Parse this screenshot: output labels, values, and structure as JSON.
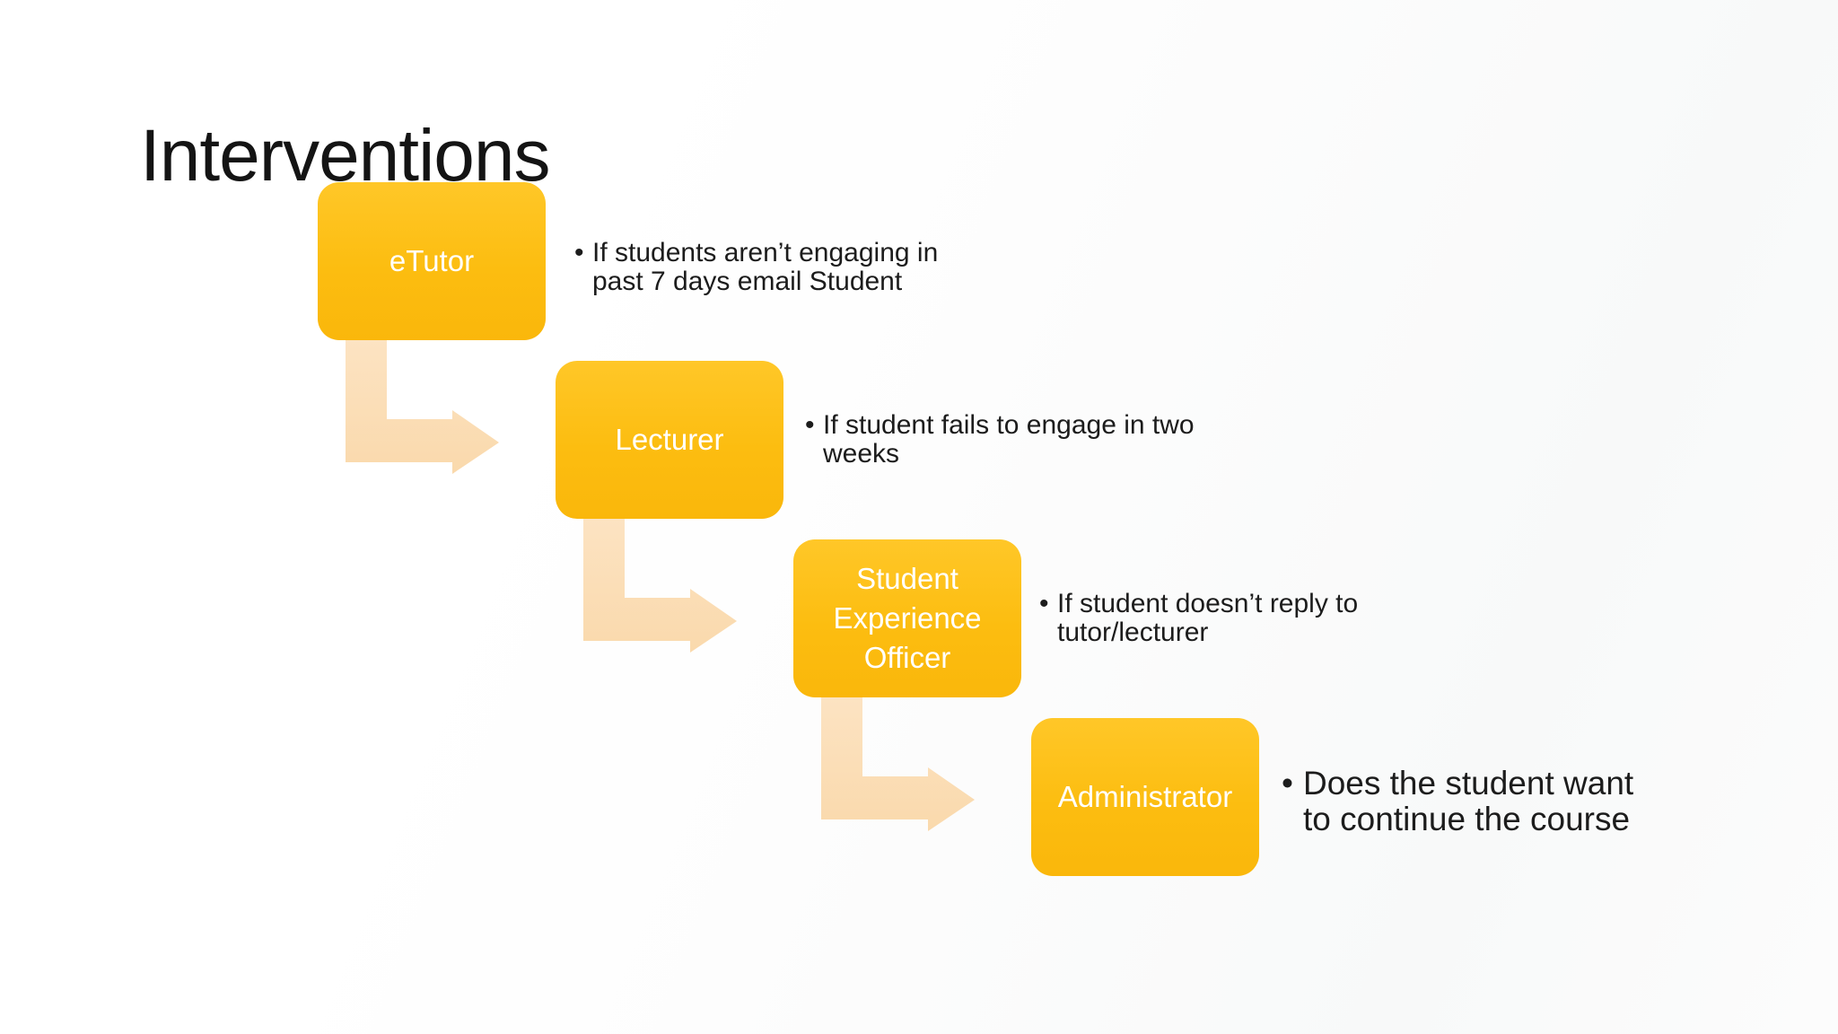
{
  "slide": {
    "title": "Interventions",
    "bullet_marker": "•",
    "colors": {
      "background": "#FFFFFF",
      "box_fill_top": "#FFC728",
      "box_fill_bottom": "#FAB70B",
      "box_label_text": "#FFFFFF",
      "arrow_fill": "#FBDDB6",
      "title_text": "#141414",
      "body_text": "#1C1C1C"
    },
    "diagram": {
      "type": "stepped-process",
      "steps": [
        {
          "label": "eTutor",
          "bullet_lines": [
            "If students aren’t engaging in",
            "past 7 days email Student"
          ]
        },
        {
          "label": "Lecturer",
          "bullet_lines": [
            "If student fails to engage in two",
            "weeks"
          ]
        },
        {
          "label": "Student Experience Officer",
          "bullet_lines": [
            "If student doesn’t reply to",
            "tutor/lecturer"
          ]
        },
        {
          "label": "Administrator",
          "bullet_lines": [
            "Does the student want",
            "to continue the course"
          ]
        }
      ]
    }
  }
}
